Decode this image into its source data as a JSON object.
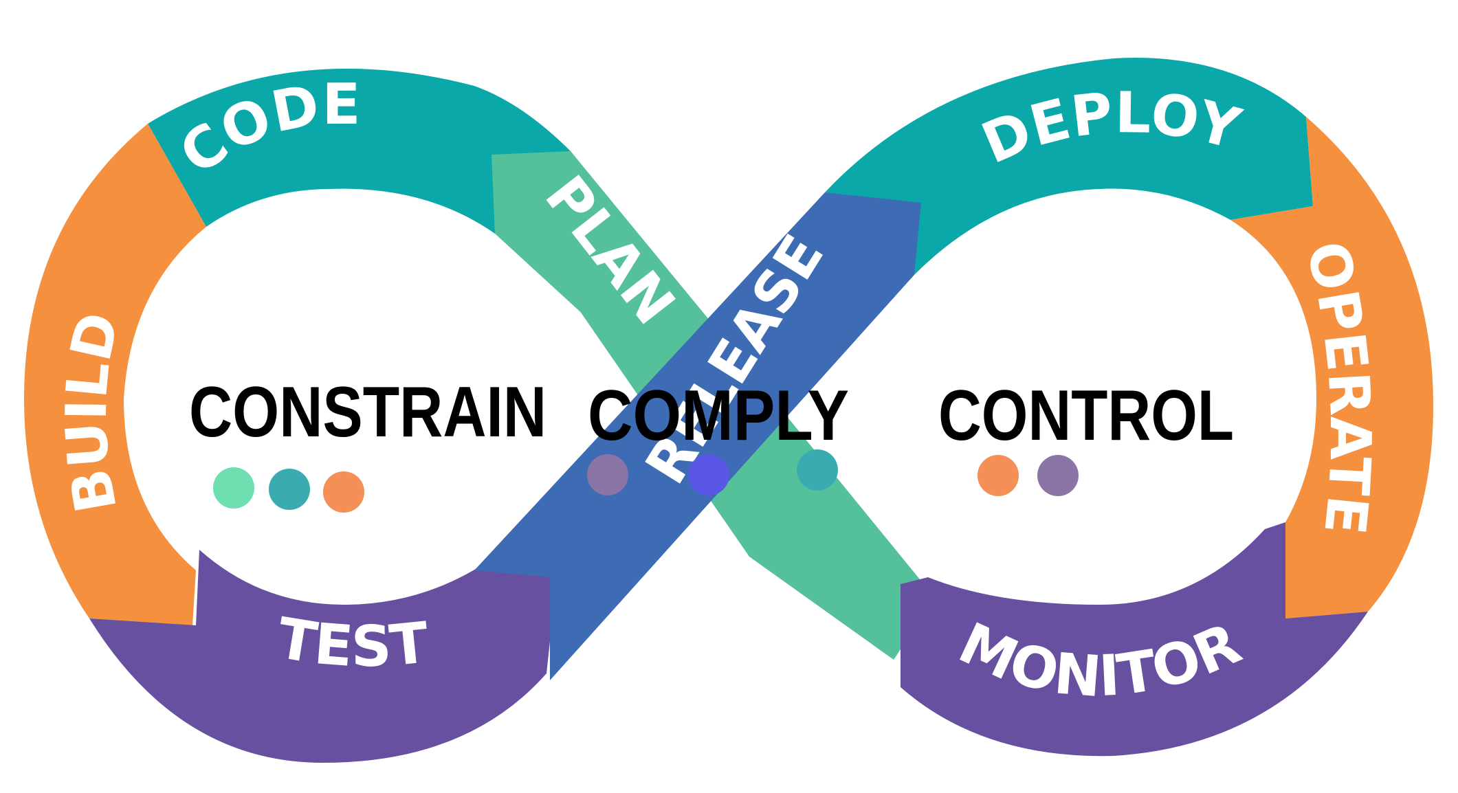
{
  "stages": {
    "code": "CODE",
    "build": "BUILD",
    "test": "TEST",
    "plan": "PLAN",
    "release": "RELEASE",
    "deploy": "DEPLOY",
    "operate": "OPERATE",
    "monitor": "MONITOR"
  },
  "overlay_labels": {
    "constrain": "CONSTRAIN",
    "comply": "COMPLY",
    "control": "CONTROL"
  },
  "colors": {
    "teal": "#0aa8a8",
    "orange": "#f5903f",
    "purple": "#67509f",
    "blue": "#3d6cb4",
    "green": "#55c19a",
    "dots": {
      "constrain": [
        "#6edfb1",
        "#3aacb1",
        "#f58f58"
      ],
      "comply": [
        "#8a75a6",
        "#5a57e6",
        "#3aacb1"
      ],
      "control": [
        "#f58f58",
        "#8a75a6"
      ]
    }
  }
}
